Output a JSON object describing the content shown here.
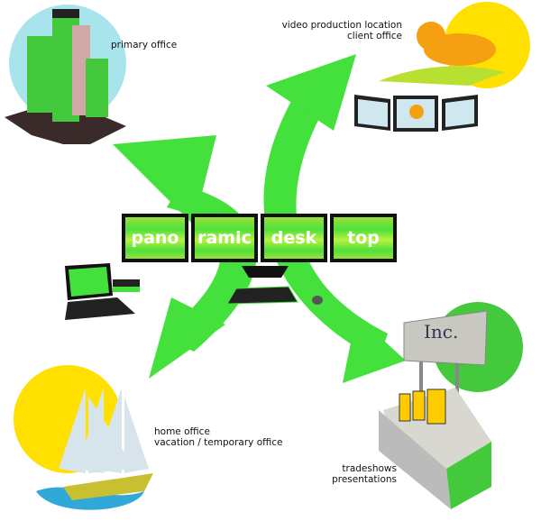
{
  "diagram": {
    "center_label": [
      "pano",
      "ramic",
      "desk",
      "top"
    ],
    "nodes": {
      "primary_office": "primary office",
      "video_production": [
        "video production location",
        "client office"
      ],
      "home_office": [
        "home office",
        "vacation / temporary office"
      ],
      "tradeshows": [
        "tradeshows",
        "presentations"
      ]
    },
    "sign_text": "Inc.",
    "colors": {
      "arrow": "#44e03c",
      "sun": "#ffe000",
      "sky": "#a8e4ec",
      "dark": "#111111"
    }
  }
}
